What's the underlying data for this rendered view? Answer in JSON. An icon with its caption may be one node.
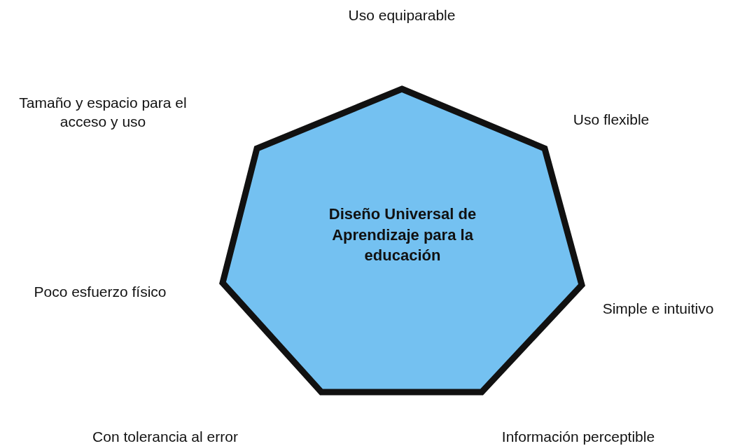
{
  "diagram": {
    "nodes": [
      {
        "text": [
          "Diseño Universal de Aprendizaje para la educación"
        ]
      }
    ],
    "labels": [
      "Uso equiparable",
      "Tamaño y espacio para el acceso y uso",
      "Uso flexible",
      "Poco esfuerzo físico",
      "Simple e intuitivo",
      "Con tolerancia al error",
      "Información perceptible"
    ]
  }
}
